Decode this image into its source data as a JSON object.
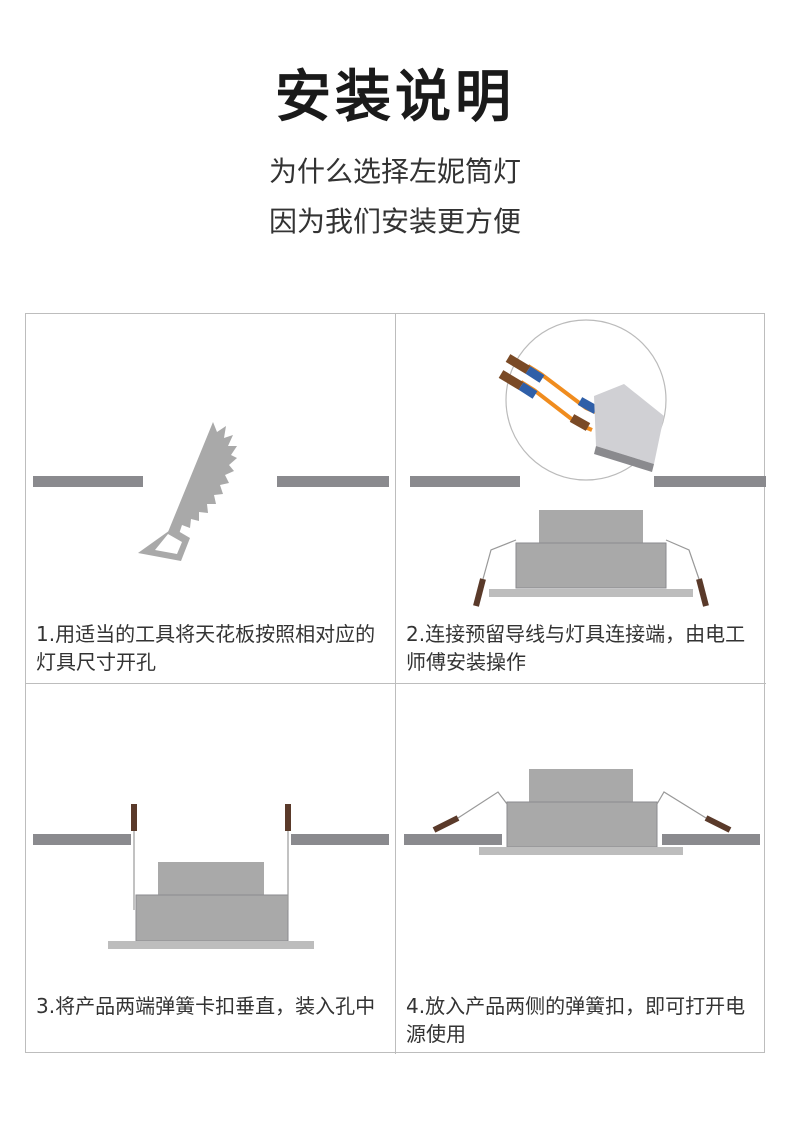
{
  "header": {
    "title": "安装说明",
    "subtitle_line1": "为什么选择左妮筒灯",
    "subtitle_line2": "因为我们安装更方便"
  },
  "steps": [
    {
      "caption": "1.用适当的工具将天花板按照相对应的灯具尺寸开孔"
    },
    {
      "caption": "2.连接预留导线与灯具连接端，由电工师傅安装操作"
    },
    {
      "caption": "3.将产品两端弹簧卡扣垂直，装入孔中"
    },
    {
      "caption": "4.放入产品两侧的弹簧扣，即可打开电源使用"
    }
  ],
  "colors": {
    "ceiling": "#8a8a8e",
    "fixture": "#a9a9a9",
    "trim": "#bdbdbd",
    "spring_clip": "#5a3a2a",
    "wire_brown": "#7a4a26",
    "wire_blue": "#2f5fa8",
    "wire_orange": "#f08c1e",
    "grid_border": "#bdbdbd"
  },
  "icons": [
    "saw-icon",
    "wire-connector-icon",
    "spring-clip-icon"
  ]
}
